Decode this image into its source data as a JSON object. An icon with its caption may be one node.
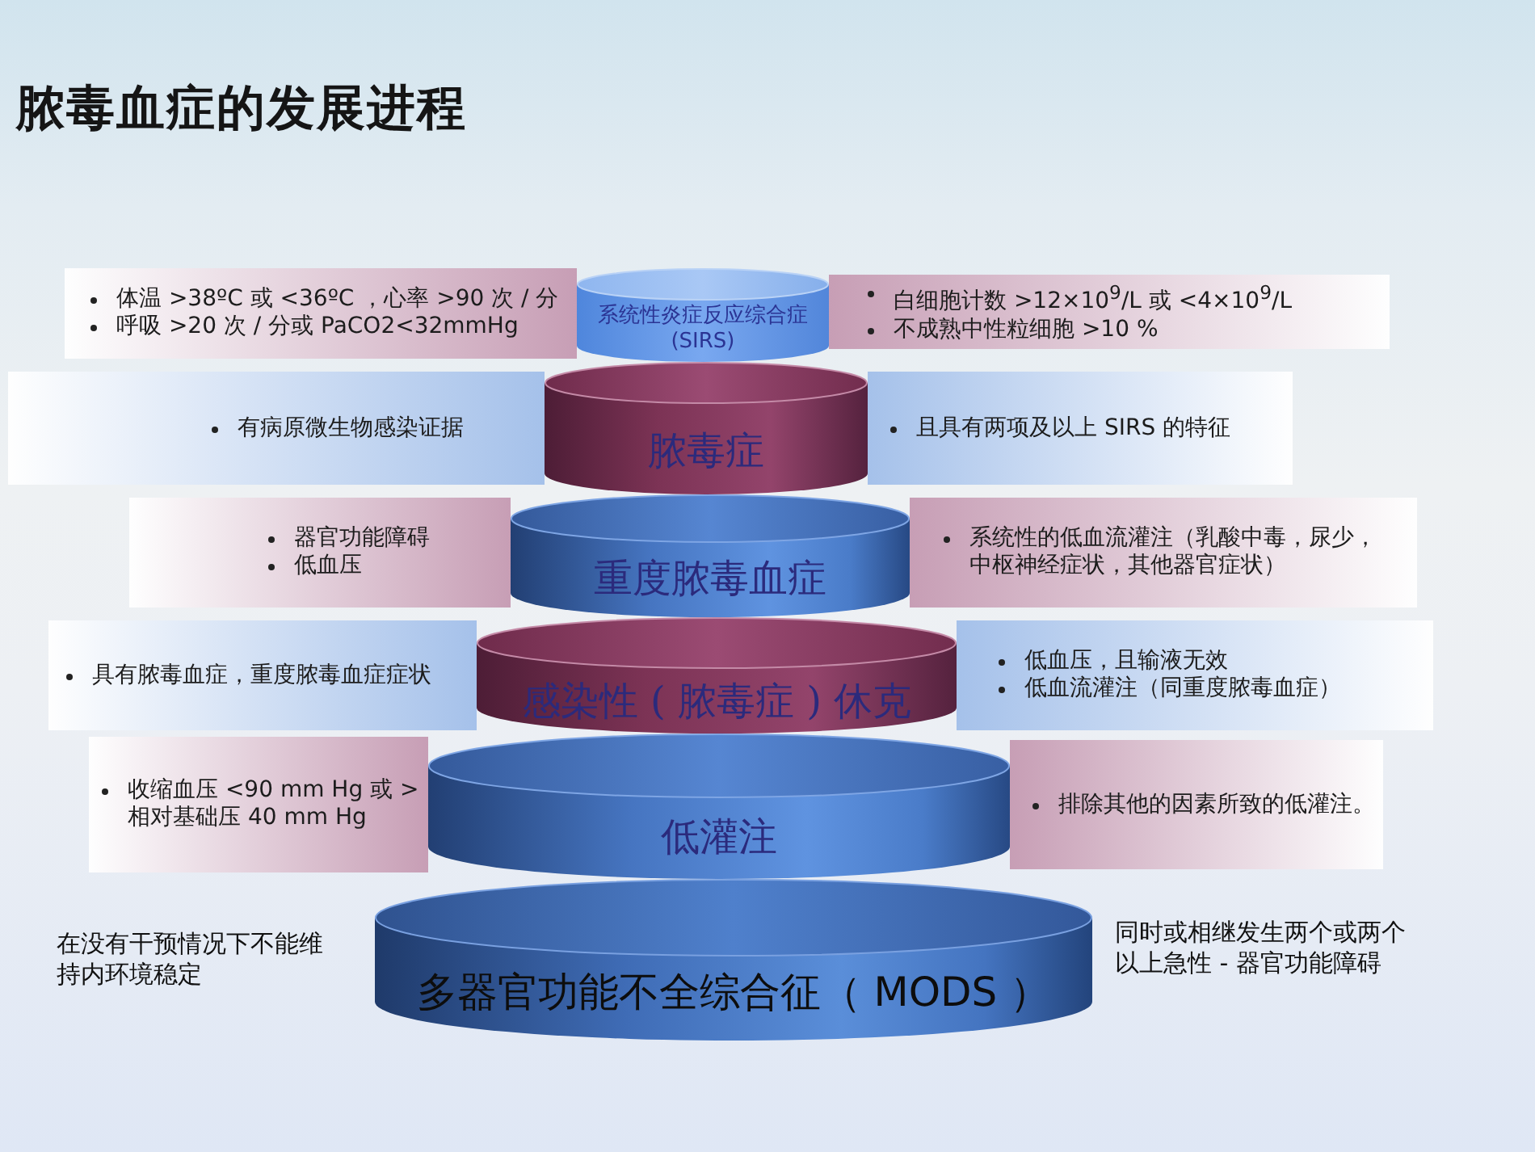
{
  "diagram": {
    "title": "脓毒血症的发展进程",
    "nodes": [
      {
        "text": [
          "体温 >38ºC 或 <36ºC ，心率 >90 次 / 分",
          "呼吸 >20 次 / 分或 PaCO2<32mmHg"
        ]
      },
      {
        "text": [
          "系统性炎症反应综合症 (SIRS)"
        ]
      },
      {
        "text": [
          "白细胞计数 >12×10$^{9}$/L 或 <4×10$^{9}$/L",
          "不成熟中性粒细胞 >10 %"
        ]
      },
      {
        "text": [
          "有病原微生物感染证据"
        ]
      },
      {
        "text": [
          "脓毒症"
        ]
      },
      {
        "text": [
          "且具有两项及以上 SIRS 的特征"
        ]
      },
      {
        "text": [
          "器官功能障碍",
          "低血压"
        ]
      },
      {
        "text": [
          "重度脓毒血症"
        ]
      },
      {
        "text": [
          "系统性的低血流灌注（乳酸中毒，尿少，中枢神经症状，其他器官症状）"
        ]
      },
      {
        "text": [
          "具有脓毒血症，重度脓毒血症症状"
        ]
      },
      {
        "text": [
          "感染性 ( 脓毒症 ) 休克"
        ]
      },
      {
        "text": [
          "低血压，且输液无效",
          "低血流灌注（同重度脓毒血症）"
        ]
      },
      {
        "text": [
          "收缩血压 <90 mm Hg 或 > 相对基础压 40 mm Hg"
        ]
      },
      {
        "text": [
          "低灌注"
        ]
      },
      {
        "text": [
          "排除其他的因素所致的低灌注。"
        ]
      },
      {
        "text": [
          "多器官功能不全综合征（ MODS ）"
        ],
        "beside": [
          "在没有干预情况下不能维持内环境稳定",
          "同时或相继发生两个或两个以上急性 - 器官功能障碍"
        ]
      }
    ]
  }
}
